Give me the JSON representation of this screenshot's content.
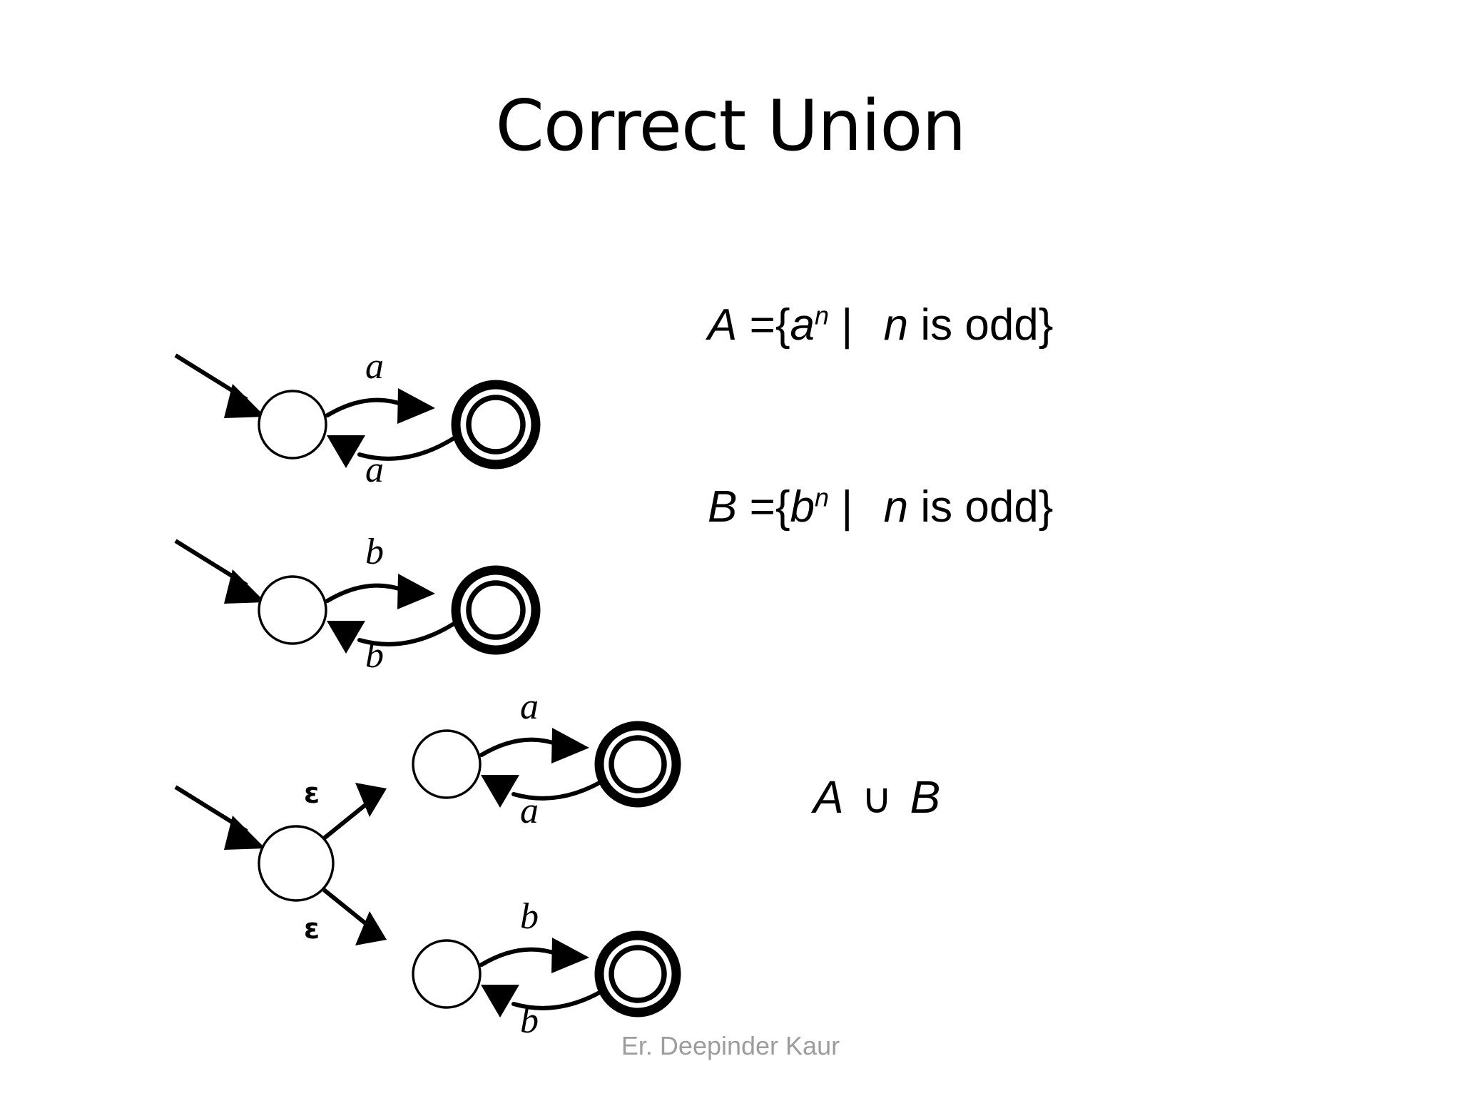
{
  "slide": {
    "title": "Correct Union",
    "background_color": "#ffffff",
    "footer": "Er. Deepinder Kaur",
    "footer_color": "#9d9d9d"
  },
  "formulas": {
    "set_a": {
      "name": "A",
      "equals": "=",
      "open_brace": "{",
      "symbol": "a",
      "exponent": "n",
      "bar": "|",
      "condition_var": "n",
      "condition_text": " is odd",
      "close_brace": "}",
      "plain": "A = {a^n |  n is odd}"
    },
    "set_b": {
      "name": "B",
      "equals": "=",
      "open_brace": "{",
      "symbol": "b",
      "exponent": "n",
      "bar": "|",
      "condition_var": "n",
      "condition_text": " is odd",
      "close_brace": "}",
      "plain": "B = {b^n |  n is odd}"
    },
    "union": {
      "left": "A",
      "operator": "∪",
      "right": "B",
      "plain": "A ∪ B"
    }
  },
  "automata": [
    {
      "id": "nfa-a",
      "caption_ref": "set_a",
      "states": [
        {
          "name": "q0",
          "type": "start",
          "label": ""
        },
        {
          "name": "q1",
          "type": "accept",
          "label": ""
        }
      ],
      "transitions": [
        {
          "from": "q0",
          "to": "q1",
          "label": "a",
          "position": "top"
        },
        {
          "from": "q1",
          "to": "q0",
          "label": "a",
          "position": "bottom"
        }
      ]
    },
    {
      "id": "nfa-b",
      "caption_ref": "set_b",
      "states": [
        {
          "name": "q0",
          "type": "start",
          "label": ""
        },
        {
          "name": "q1",
          "type": "accept",
          "label": ""
        }
      ],
      "transitions": [
        {
          "from": "q0",
          "to": "q1",
          "label": "b",
          "position": "top"
        },
        {
          "from": "q1",
          "to": "q0",
          "label": "b",
          "position": "bottom"
        }
      ]
    },
    {
      "id": "nfa-union",
      "caption_ref": "union",
      "states": [
        {
          "name": "s",
          "type": "start",
          "label": ""
        },
        {
          "name": "qa0",
          "type": "normal",
          "label": ""
        },
        {
          "name": "qa1",
          "type": "accept",
          "label": ""
        },
        {
          "name": "qb0",
          "type": "normal",
          "label": ""
        },
        {
          "name": "qb1",
          "type": "accept",
          "label": ""
        }
      ],
      "transitions": [
        {
          "from": "s",
          "to": "qa0",
          "label": "ε",
          "position": "upper-branch"
        },
        {
          "from": "s",
          "to": "qb0",
          "label": "ε",
          "position": "lower-branch"
        },
        {
          "from": "qa0",
          "to": "qa1",
          "label": "a",
          "position": "top"
        },
        {
          "from": "qa1",
          "to": "qa0",
          "label": "a",
          "position": "bottom"
        },
        {
          "from": "qb0",
          "to": "qb1",
          "label": "b",
          "position": "top"
        },
        {
          "from": "qb1",
          "to": "qb0",
          "label": "b",
          "position": "bottom"
        }
      ]
    }
  ],
  "labels": {
    "a": "a",
    "b": "b",
    "epsilon": "ε"
  }
}
